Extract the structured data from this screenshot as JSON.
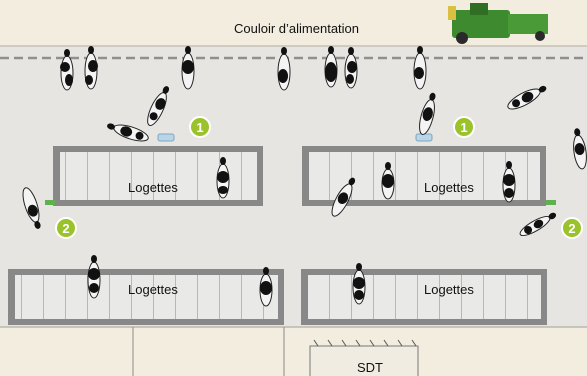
{
  "plan": {
    "feed_alley_label": "Couloir d’alimentation",
    "stall_label": "Logettes",
    "sdt_label": "SDT",
    "marker_1": "1",
    "marker_2": "2"
  },
  "colors": {
    "floor": "#e7e5e1",
    "feed_alley": "#f3ede0",
    "stall_block": "#888888",
    "stall_inner": "#e8e8e6",
    "marker": "#9ac22a",
    "brush": "#b9d6e8",
    "water_trough": "#5fb04f",
    "tractor": "#3e8a2f"
  },
  "icons": {
    "tractor": "tractor-icon",
    "cow": "cow-icon",
    "brush": "brush-icon",
    "water": "water-trough-icon"
  }
}
